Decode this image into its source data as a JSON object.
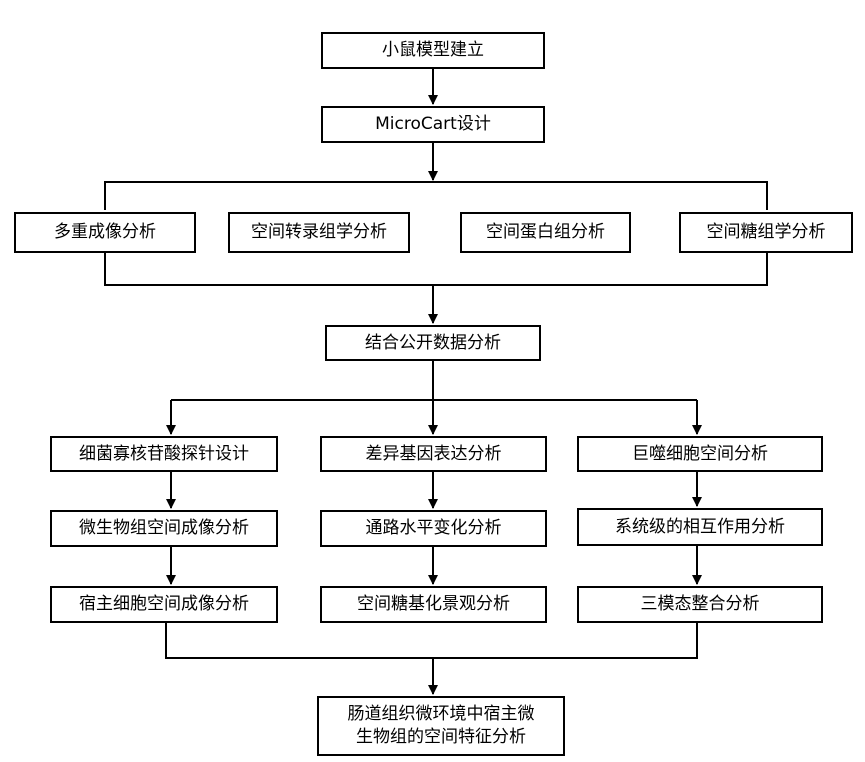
{
  "nodes": {
    "mouse_model": "小鼠模型建立",
    "microcart": "MicroCart设计",
    "multiplex_imaging": "多重成像分析",
    "spatial_transcriptomics": "空间转录组学分析",
    "spatial_proteomics": "空间蛋白组分析",
    "spatial_glycomics": "空间糖组学分析",
    "public_data": "结合公开数据分析",
    "probe_design": "细菌寡核苷酸探针设计",
    "differential_genes": "差异基因表达分析",
    "macrophage_spatial": "巨噬细胞空间分析",
    "microbiome_imaging": "微生物组空间成像分析",
    "pathway_change": "通路水平变化分析",
    "system_interaction": "系统级的相互作用分析",
    "host_cell_imaging": "宿主细胞空间成像分析",
    "glycan_landscape": "空间糖基化景观分析",
    "trimodal_integration": "三模态整合分析",
    "final_line1": "肠道组织微环境中宿主微",
    "final_line2": "生物组的空间特征分析"
  },
  "colors": {
    "stroke": "#000000",
    "fill": "#ffffff"
  }
}
